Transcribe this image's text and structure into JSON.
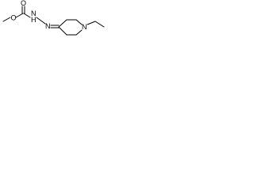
{
  "molecule": {
    "atoms": {
      "carbonyl_oxygen": "O",
      "ester_oxygen": "O",
      "hydrazide_nh": "N",
      "hydrazide_h": "H",
      "imine_n": "N",
      "ring_n": "N"
    },
    "bond_color": "#000000",
    "label_color": "#000000"
  }
}
